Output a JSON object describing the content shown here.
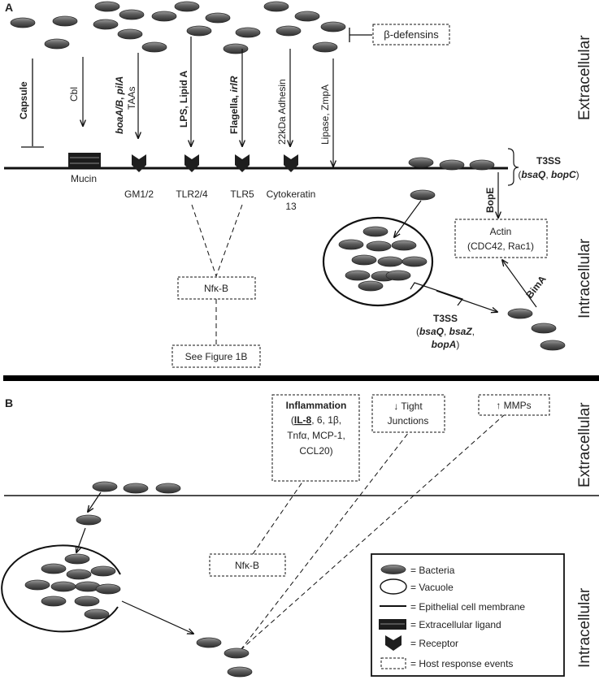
{
  "panels": [
    {
      "letter": "A"
    },
    {
      "letter": "B"
    }
  ],
  "regions": {
    "extracellular": "Extracellular",
    "intracellular": "Intracellular"
  },
  "panel_a": {
    "defensins": "β-defensins",
    "capsule": "Capsule",
    "cbl": "Cbl",
    "boaab_bold": "boaA/B",
    "boaab_sep": ", ",
    "pila": "pilA",
    "taas": "TAAs",
    "lps_lipida": "LPS, Lipid A",
    "flagella": "Flagella",
    "flagella_sep": ", ",
    "irlr": "irlR",
    "adhesin": "22kDa Adhesin",
    "lipase": "Lipase, ZmpA",
    "mucin": "Mucin",
    "gm12": "GM1/2",
    "tlr24": "TLR2/4",
    "tlr5": "TLR5",
    "cytokeratin_1": "Cytokeratin",
    "cytokeratin_2": "13",
    "t3ss_top": {
      "title": "T3SS",
      "open": "(",
      "g1": "bsaQ",
      "sep": ", ",
      "g2": "bopC",
      "close": ")"
    },
    "bope": "BopE",
    "actin_1": "Actin",
    "actin_2": "(CDC42, Rac1)",
    "bima": "BimA",
    "nfkb": "Nfκ-B",
    "see_fig": "See Figure 1B",
    "t3ss_bottom": {
      "title": "T3SS",
      "open": "(",
      "g1": "bsaQ",
      "sep1": ", ",
      "g2": "bsaZ",
      "sep2": ",",
      "g3": "bopA",
      "close": ")"
    }
  },
  "panel_b": {
    "inflammation": {
      "title": "Inflammation",
      "open": "(",
      "il8": "IL-8",
      "line1_rest": ", 6, 1β,",
      "line2": "Tnfα, MCP-1,",
      "line3": "CCL20)"
    },
    "tight_1": "↓ Tight",
    "tight_2": "Junctions",
    "mmps": "↑ MMPs",
    "nfkb": "Nfκ-B"
  },
  "legend": {
    "items": [
      {
        "icon": "bacteria-icon",
        "label": "= Bacteria"
      },
      {
        "icon": "vacuole-icon",
        "label": "= Vacuole"
      },
      {
        "icon": "membrane-icon",
        "label": "= Epithelial cell membrane"
      },
      {
        "icon": "ligand-icon",
        "label": "= Extracellular ligand"
      },
      {
        "icon": "receptor-icon",
        "label": "= Receptor"
      },
      {
        "icon": "host-response-icon",
        "label": "= Host response events"
      }
    ]
  },
  "colors": {
    "bacteria_fill": "#5a5a5a",
    "bacteria_edge": "#2a2a2a",
    "line": "#111111",
    "receptor": "#1e1e1e"
  }
}
